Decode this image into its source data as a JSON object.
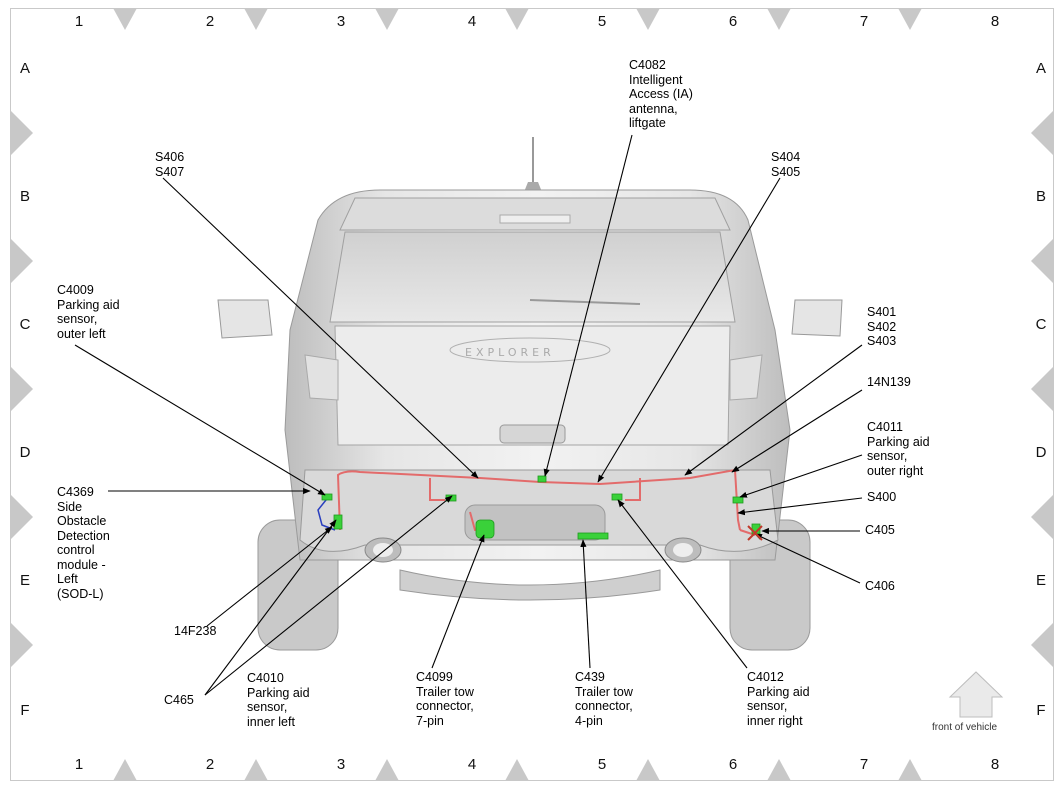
{
  "grid": {
    "columns": [
      "1",
      "2",
      "3",
      "4",
      "5",
      "6",
      "7",
      "8"
    ],
    "rows": [
      "A",
      "B",
      "C",
      "D",
      "E",
      "F"
    ]
  },
  "labels": {
    "c4082": "C4082\nIntelligent\nAccess (IA)\nantenna,\nliftgate",
    "s406_s407": "S406\nS407",
    "s404_s405": "S404\nS405",
    "c4009": "C4009\nParking aid\nsensor,\nouter left",
    "s401_s403": "S401\nS402\nS403",
    "n14n139": "14N139",
    "c4011": "C4011\nParking aid\nsensor,\nouter right",
    "s400": "S400",
    "c405": "C405",
    "c406": "C406",
    "c4369": "C4369\nSide\nObstacle\nDetection\ncontrol\nmodule -\nLeft\n(SOD-L)",
    "n14f238": "14F238",
    "c465": "C465",
    "c4010": "C4010\nParking aid\nsensor,\ninner left",
    "c4099": "C4099\nTrailer tow\nconnector,\n7-pin",
    "c439": "C439\nTrailer tow\nconnector,\n4-pin",
    "c4012": "C4012\nParking aid\nsensor,\ninner right"
  },
  "front_of_vehicle": "front of vehicle",
  "colors": {
    "harness": "#e36b6b",
    "connector": "#3ad13a",
    "body": "#d4d4d4",
    "grid_diamond": "#c8c8c8"
  }
}
